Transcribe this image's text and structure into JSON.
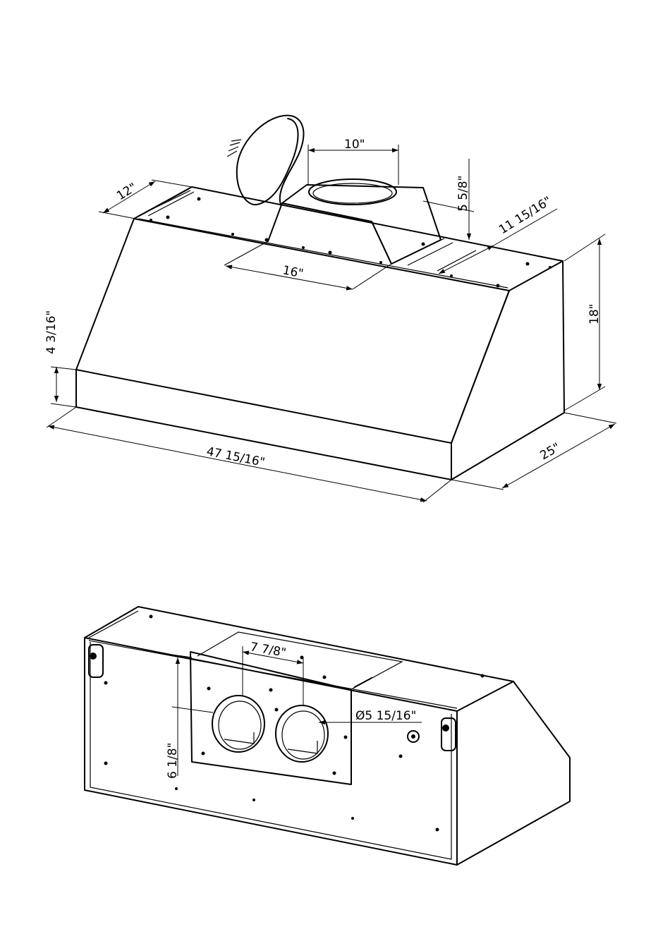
{
  "dimensions": {
    "duct_diameter": "10\"",
    "collar_height": "5  5/8\"",
    "top_depth": "12\"",
    "top_right_depth": "11  15/16\"",
    "collar_offset": "16\"",
    "front_height": "4  3/16\"",
    "total_height": "18\"",
    "total_width": "47  15/16\"",
    "total_depth": "25\"",
    "rear_outlet_spacing": "7  7/8\"",
    "rear_outlet_diameter": "Ø5  15/16\"",
    "rear_outlet_height": "6  1/8\""
  }
}
